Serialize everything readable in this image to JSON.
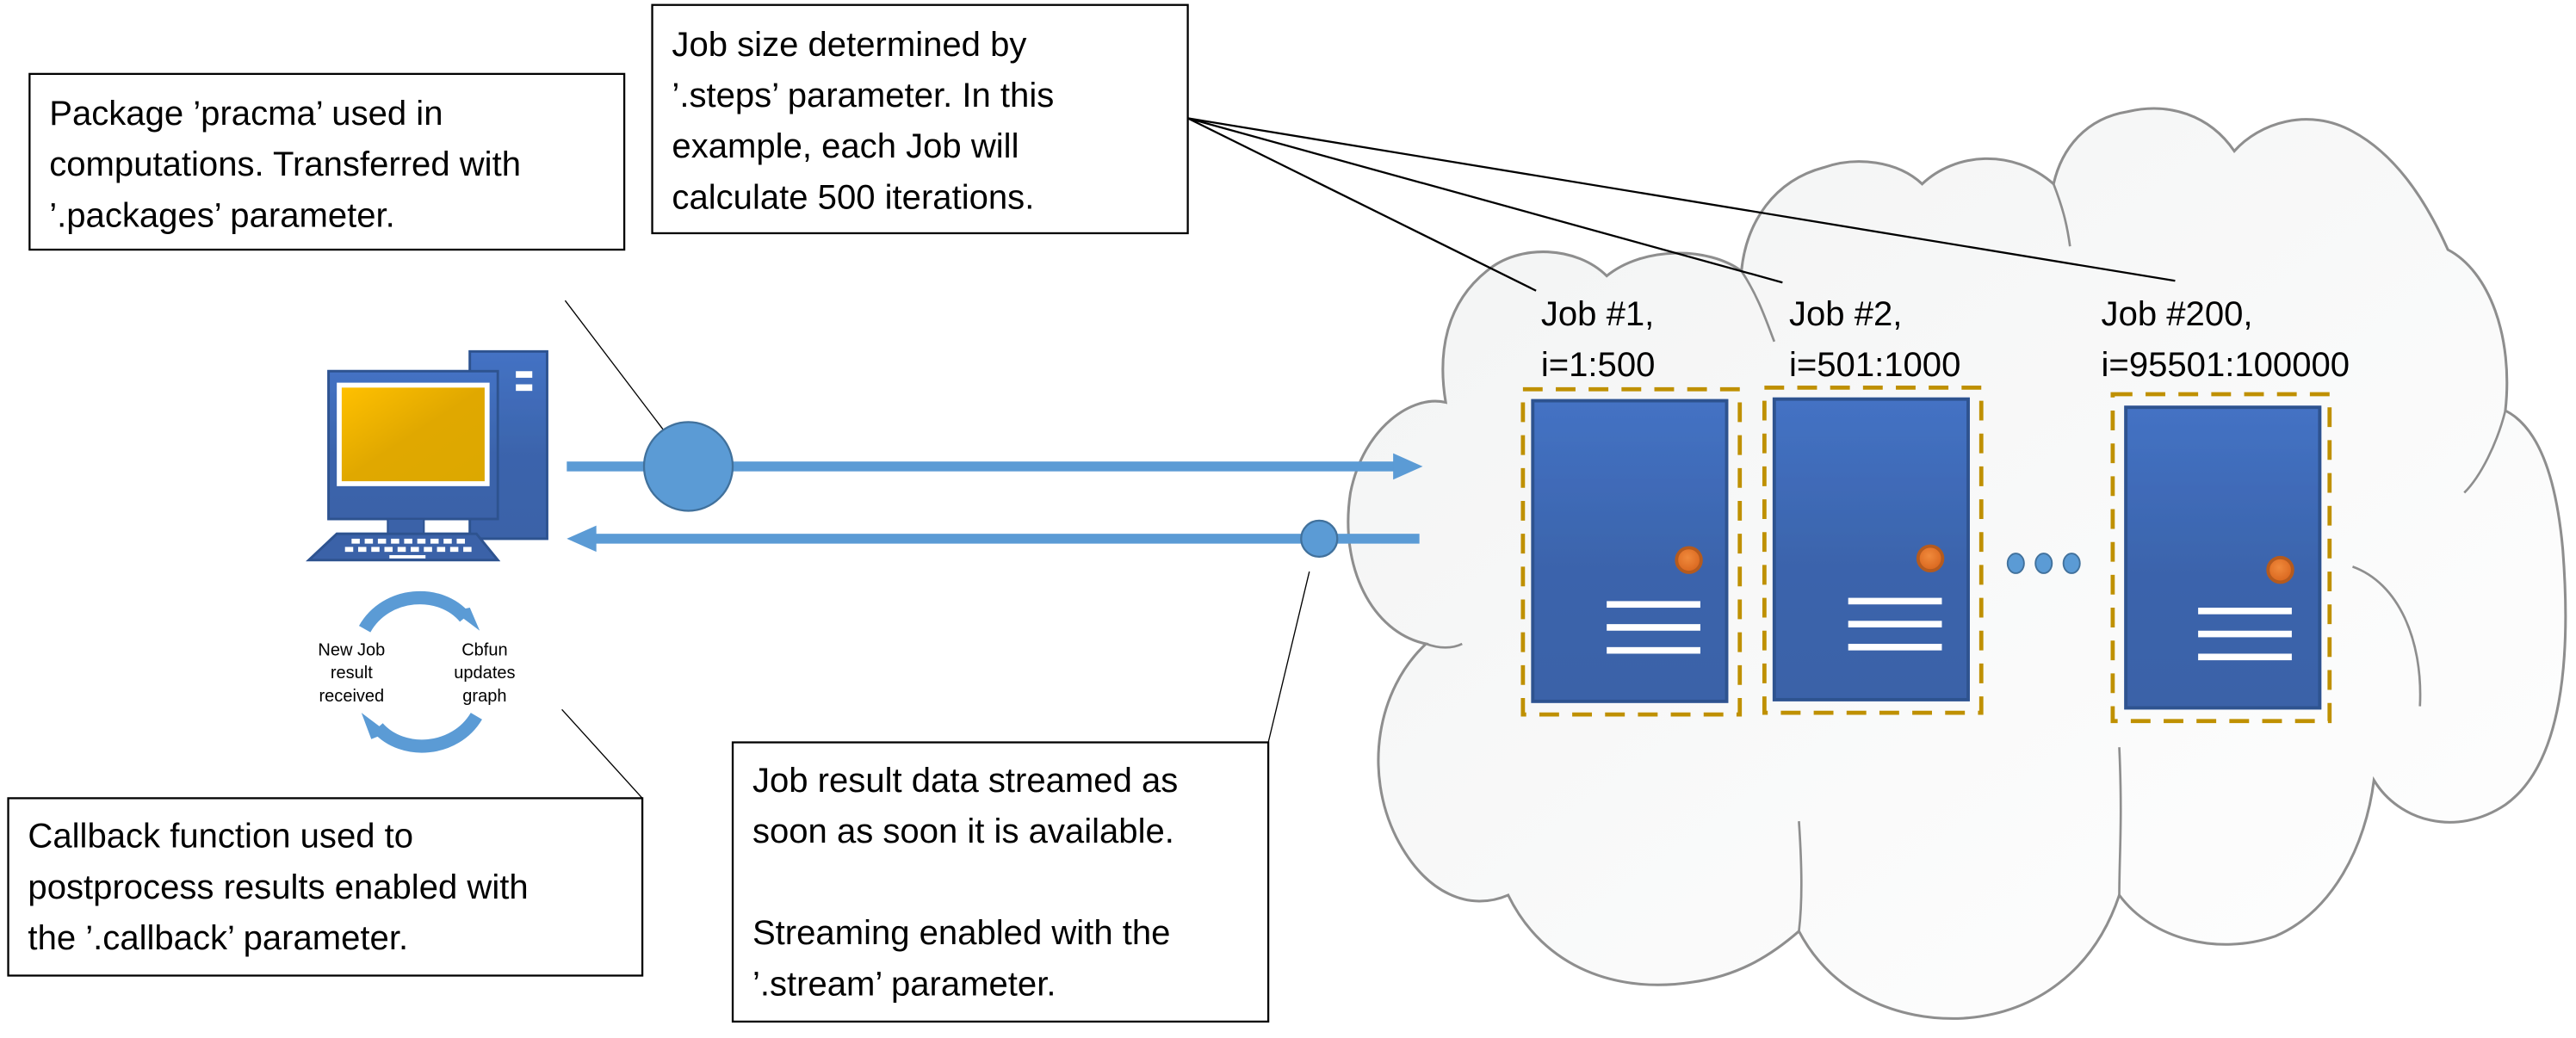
{
  "diagram": {
    "callouts": {
      "packages": {
        "lines": [
          "Package ’pracma’ used in",
          "computations. Transferred with",
          "’.packages’ parameter."
        ]
      },
      "steps": {
        "lines": [
          "Job size determined by",
          "’.steps’ parameter. In this",
          "example, each Job will",
          "calculate 500 iterations."
        ]
      },
      "callback": {
        "lines": [
          "Callback function used to",
          "postprocess results enabled with",
          "the ’.callback’ parameter."
        ]
      },
      "stream": {
        "lines": [
          "Job result data streamed as",
          "soon as soon it is available.",
          "",
          "Streaming enabled with the",
          "’.stream’ parameter."
        ]
      }
    },
    "client": {
      "icon": "desktop-computer-icon",
      "cycle": {
        "left_lines": [
          "New Job",
          "result",
          "received"
        ],
        "right_lines": [
          "Cbfun",
          "updates",
          "graph"
        ]
      }
    },
    "cloud": {
      "jobs": [
        {
          "title": "Job #1,",
          "range": "i=1:500"
        },
        {
          "title": "Job #2,",
          "range": "i=501:1000"
        },
        {
          "title": "Job #200,",
          "range": "i=95501:100000"
        }
      ],
      "ellipsis_icon": "ellipsis-icon"
    },
    "colors": {
      "arrow": "#5b9bd5",
      "server_blue": "#3d68b0",
      "server_border": "#2f528f",
      "dashed_box": "#bf9000",
      "led": "#e07025",
      "screen": "#f0b400",
      "cloud_fill": "#f6f7f7",
      "cloud_stroke": "#8e8e8e"
    }
  }
}
